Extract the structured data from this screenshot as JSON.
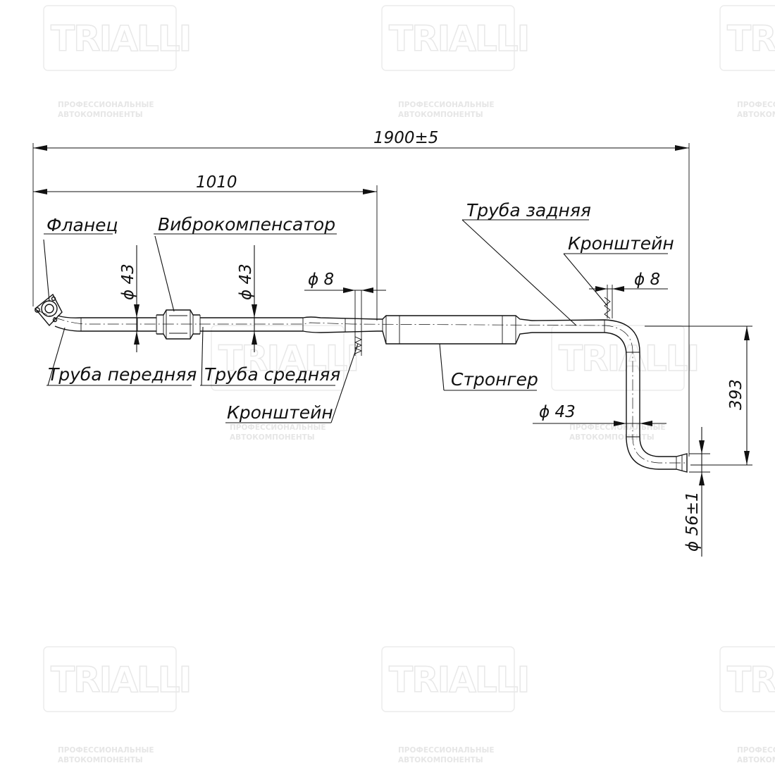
{
  "watermark": {
    "logo": "TRIALLI",
    "tagline_1": "ПРОФЕССИОНАЛЬНЫЕ",
    "tagline_2": "АВТОКОМПОНЕНТЫ"
  },
  "labels": {
    "flange": "Фланец",
    "vibro": "Виброкомпенсатор",
    "front_pipe": "Труба передняя",
    "mid_pipe": "Труба средняя",
    "bracket_1": "Кронштейн",
    "stronger": "Стронгер",
    "rear_pipe": "Труба задняя",
    "bracket_2": "Кронштейн"
  },
  "dimensions": {
    "overall_length": "1900±5",
    "mid_length": "1010",
    "dia_front": "ϕ 43",
    "dia_mid": "ϕ 43",
    "dia_bracket_1": "ϕ 8",
    "dia_bracket_2": "ϕ 8",
    "dia_rear": "ϕ 43",
    "height": "393",
    "dia_outlet": "ϕ 56±1"
  }
}
